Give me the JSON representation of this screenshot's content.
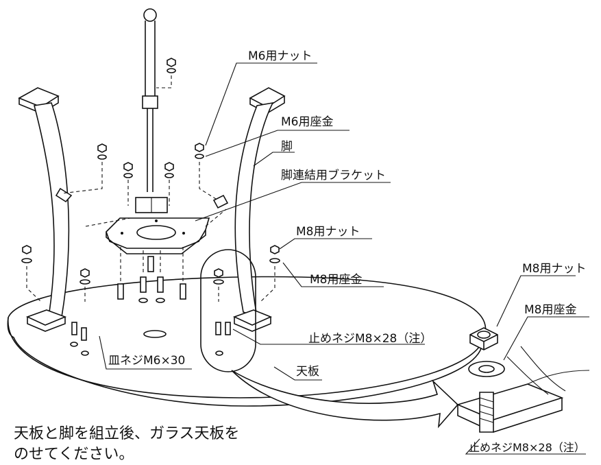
{
  "labels": {
    "m6_nut": "M6用ナット",
    "m6_washer": "M6用座金",
    "leg": "脚",
    "bracket": "脚連結用ブラケット",
    "m8_nut": "M8用ナット",
    "m8_washer": "M8用座金",
    "set_screw": "止めネジM8×28（注）",
    "flat_screw": "皿ネジM6×30",
    "top_plate": "天板",
    "detail_m8_nut": "M8用ナット",
    "detail_m8_washer": "M8用座金",
    "detail_set_screw": "止めネジM8×28（注）"
  },
  "instruction": {
    "line1": "天板と脚を組立後、ガラス天板を",
    "line2": "のせてください。"
  },
  "colors": {
    "line": "#111111",
    "background": "#ffffff"
  }
}
